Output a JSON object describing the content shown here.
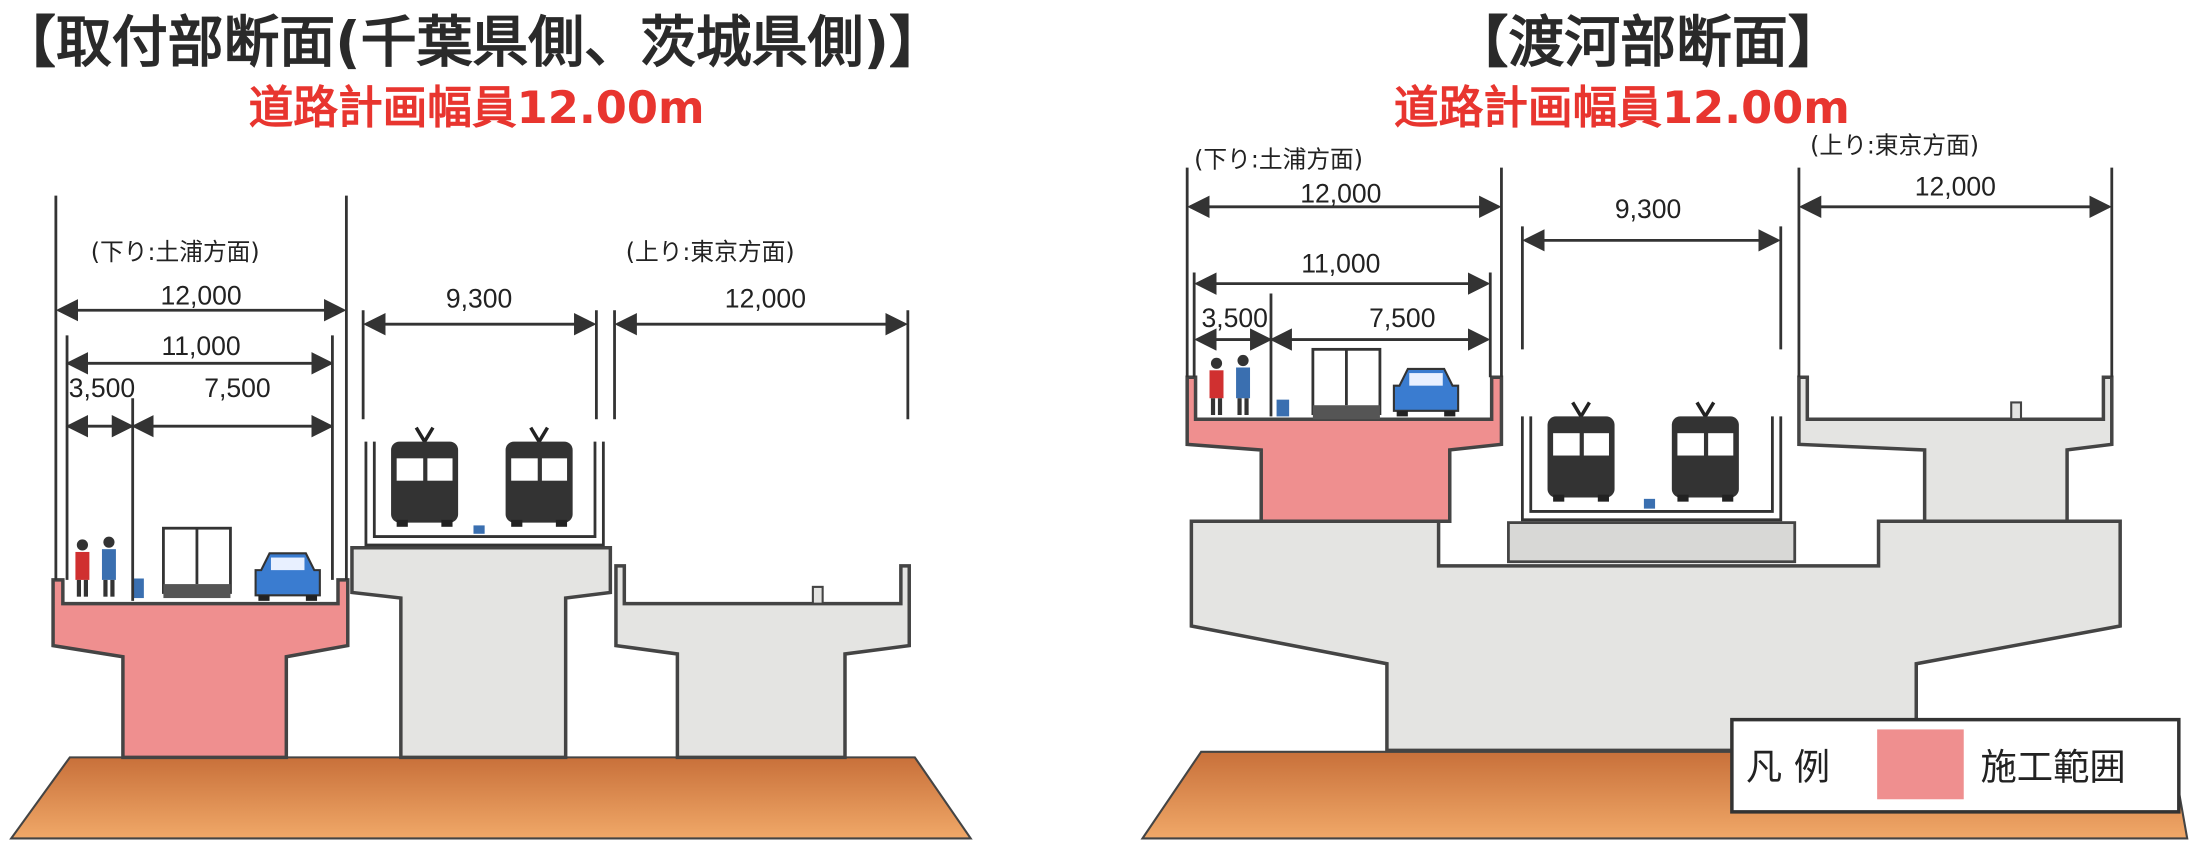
{
  "colors": {
    "construction": "#ef8f8f",
    "concrete": "#e4e4e2",
    "title_red": "#e8352f",
    "ground_top": "#c8703a",
    "ground_bottom": "#f0a868",
    "outline": "#444444"
  },
  "left_section": {
    "title": "【取付部断面(千葉県側、茨城県側)】",
    "subtitle": "道路計画幅員12.00m",
    "down_direction": "(下り:土浦方面)",
    "up_direction": "(上り:東京方面)",
    "dims": {
      "total_down": "12,000",
      "road": "11,000",
      "sidewalk": "3,500",
      "carriageway": "7,500",
      "rail": "9,300",
      "total_up": "12,000"
    }
  },
  "right_section": {
    "title": "【渡河部断面】",
    "subtitle": "道路計画幅員12.00m",
    "down_direction": "(下り:土浦方面)",
    "up_direction": "(上り:東京方面)",
    "dims": {
      "total_down": "12,000",
      "road": "11,000",
      "sidewalk": "3,500",
      "carriageway": "7,500",
      "rail": "9,300",
      "total_up": "12,000"
    }
  },
  "legend": {
    "label": "凡 例",
    "item": "施工範囲"
  }
}
